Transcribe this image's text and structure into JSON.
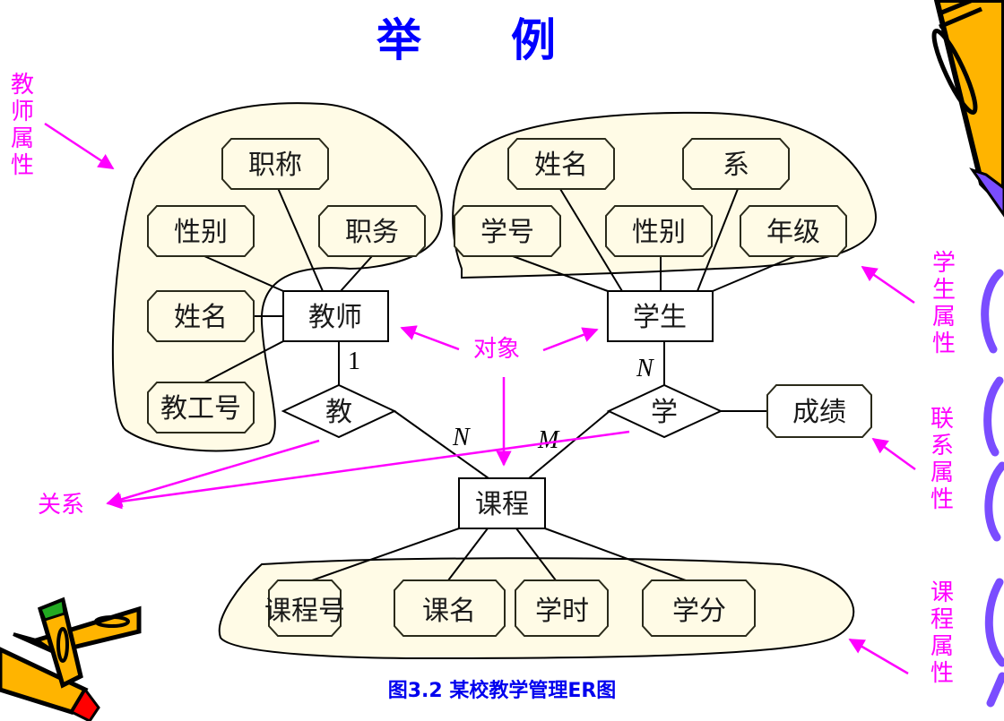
{
  "title": "举　　例",
  "caption": "图3.2 某校教学管理ER图",
  "entities": {
    "teacher": "教师",
    "student": "学生",
    "course": "课程"
  },
  "relationships": {
    "teach": "教",
    "learn": "学"
  },
  "teacher_attributes": [
    "职称",
    "性别",
    "职务",
    "姓名",
    "教工号"
  ],
  "student_attributes": [
    "姓名",
    "系",
    "学号",
    "性别",
    "年级"
  ],
  "course_attributes": [
    "课程号",
    "课名",
    "学时",
    "学分"
  ],
  "relationship_attribute": "成绩",
  "cardinalities": {
    "teacher_teach": "1",
    "teach_course": "N",
    "student_learn": "N",
    "learn_course": "M"
  },
  "annotations": {
    "teacher_attr_label": [
      "教",
      "师",
      "属",
      "性"
    ],
    "student_attr_label": [
      "学",
      "生",
      "属",
      "性"
    ],
    "rel_attr_label": [
      "联",
      "系",
      "属",
      "性"
    ],
    "course_attr_label": [
      "课",
      "程",
      "属",
      "性"
    ],
    "object_label": "对象",
    "relation_label": "关系"
  },
  "colors": {
    "title": "#0000ff",
    "annotation": "#ff00ff",
    "attribute_fill": "#fffbe6",
    "crayon_orange": "#ffb400",
    "crayon_purple": "#7a4dff"
  }
}
